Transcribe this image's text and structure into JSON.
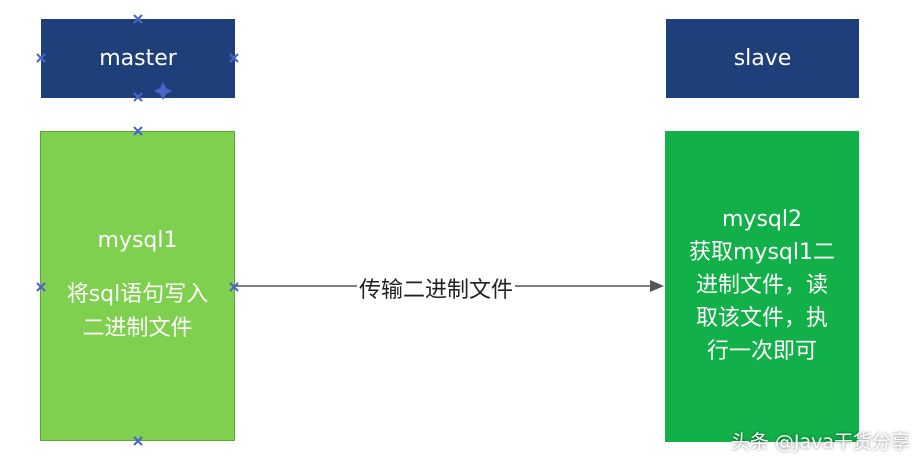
{
  "master": {
    "label": "master"
  },
  "slave": {
    "label": "slave"
  },
  "mysql1": {
    "title": "mysql1",
    "line1": "将sql语句写入",
    "line2": "二进制文件"
  },
  "mysql2": {
    "title": "mysql2",
    "line1": "获取mysql1二",
    "line2": "进制文件，读",
    "line3": "取该文件，执",
    "line4": "行一次即可"
  },
  "arrow": {
    "label": "传输二进制文件"
  },
  "watermark": {
    "text": "头条 @Java干货分享"
  },
  "colors": {
    "blue_box": "#1f3f7a",
    "light_green": "#7ed04e",
    "dark_green": "#12b049",
    "handle": "#4a63c9"
  },
  "icons": [
    "selection-handle-icon",
    "move-cursor-icon",
    "arrowhead-icon"
  ]
}
